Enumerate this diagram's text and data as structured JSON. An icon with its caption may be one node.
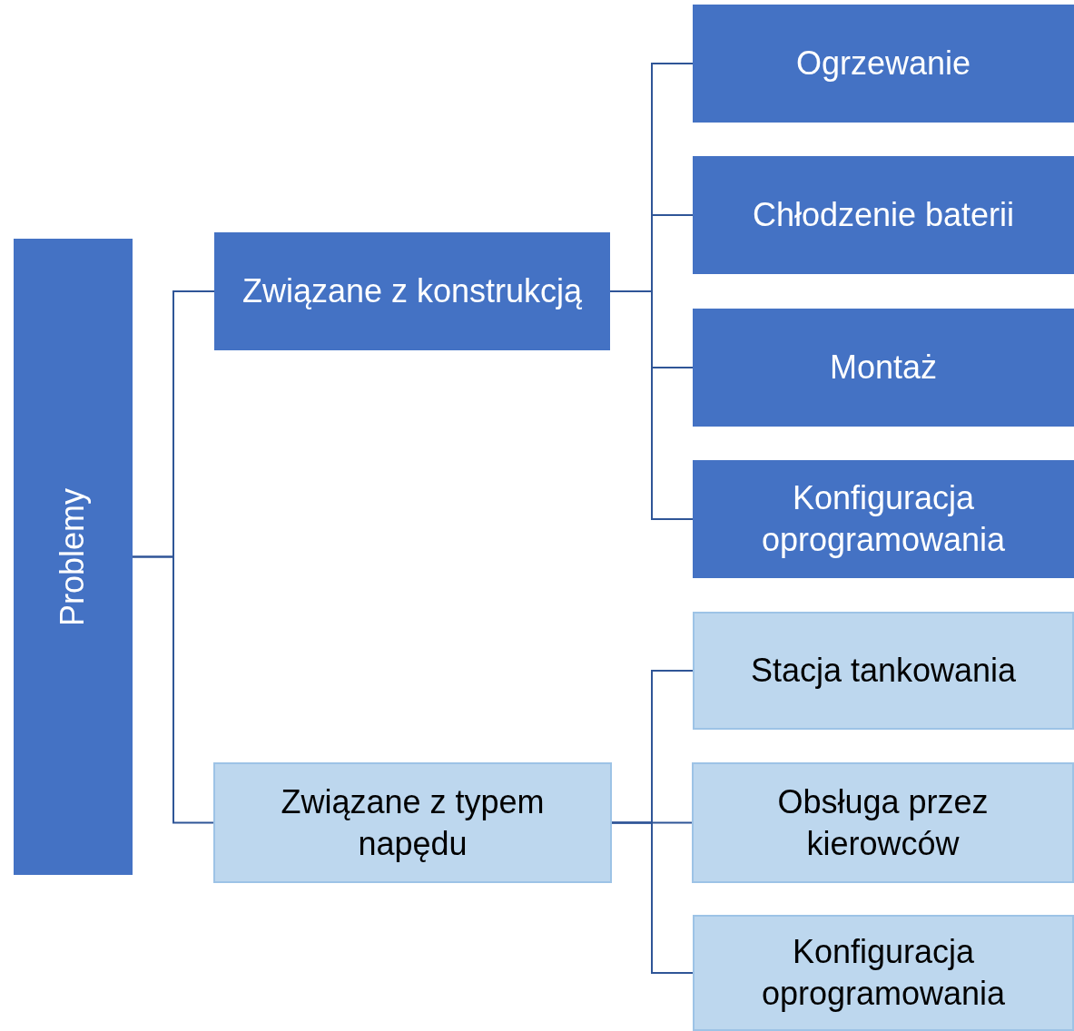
{
  "diagram": {
    "nodes": [
      {
        "text": [
          "Problemy"
        ]
      },
      {
        "text": [
          "Związane z konstrukcją"
        ]
      },
      {
        "text": [
          "Ogrzewanie"
        ]
      },
      {
        "text": [
          "Chłodzenie baterii"
        ]
      },
      {
        "text": [
          "Montaż"
        ]
      },
      {
        "text": [
          "Konfiguracja oprogramowania"
        ]
      },
      {
        "text": [
          "Związane z typem napędu"
        ]
      },
      {
        "text": [
          "Stacja tankowania"
        ]
      },
      {
        "text": [
          "Obsługa przez kierowców"
        ]
      },
      {
        "text": [
          "Konfiguracja oprogramowania"
        ]
      }
    ],
    "edges": [
      {
        "from": 0,
        "to": 1,
        "arrow": "none"
      },
      {
        "from": 0,
        "to": 6,
        "arrow": "none"
      },
      {
        "from": 1,
        "to": 2,
        "arrow": "none"
      },
      {
        "from": 1,
        "to": 3,
        "arrow": "none"
      },
      {
        "from": 1,
        "to": 4,
        "arrow": "none"
      },
      {
        "from": 1,
        "to": 5,
        "arrow": "none"
      },
      {
        "from": 6,
        "to": 7,
        "arrow": "none"
      },
      {
        "from": 6,
        "to": 8,
        "arrow": "none"
      },
      {
        "from": 6,
        "to": 9,
        "arrow": "none"
      }
    ]
  }
}
